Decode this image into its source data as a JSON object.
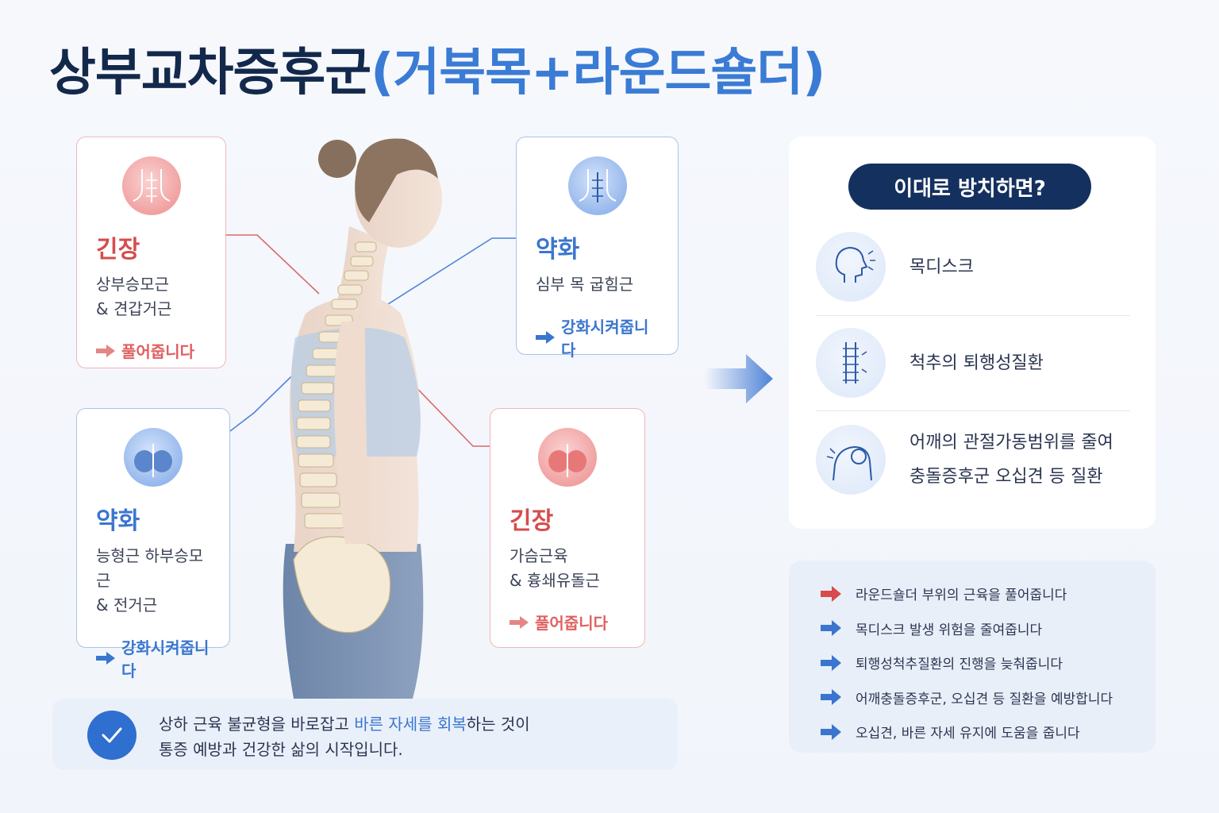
{
  "title": {
    "main": "상부교차증후군",
    "sub": "(거북목+라운드숄더)"
  },
  "cards": {
    "upper_trap": {
      "status": "긴장",
      "muscle_line1": "상부승모근",
      "muscle_line2": "& 견갑거근",
      "action": "풀어줍니다",
      "color": "#d64c4c"
    },
    "deep_neck": {
      "status": "약화",
      "muscle_line1": "심부 목 굽힘근",
      "action": "강화시켜줍니다",
      "color": "#3a76cf"
    },
    "rhomboid": {
      "status": "약화",
      "muscle_line1": "능형근 하부승모근",
      "muscle_line2": "& 전거근",
      "action": "강화시켜줍니다",
      "color": "#3a76cf"
    },
    "chest": {
      "status": "긴장",
      "muscle_line1": "가슴근육",
      "muscle_line2": "& 흉쇄유돌근",
      "action": "풀어줍니다",
      "color": "#d64c4c"
    }
  },
  "risk_panel": {
    "heading": "이대로 방치하면?",
    "items": [
      {
        "icon": "neck-icon",
        "line1": "목디스크"
      },
      {
        "icon": "spine-icon",
        "line1": "척추의 퇴행성질환"
      },
      {
        "icon": "shoulder-icon",
        "line1": "어깨의 관절가동범위를 줄여",
        "line2": "충돌증후군 오십견 등 질환"
      }
    ]
  },
  "benefits": [
    {
      "text": "라운드숄더 부위의 근육을 풀어줍니다",
      "color": "#d64c4c"
    },
    {
      "text": "목디스크 발생 위험을 줄여줍니다",
      "color": "#3a76cf"
    },
    {
      "text": "퇴행성척추질환의 진행을 늦춰줍니다",
      "color": "#3a76cf"
    },
    {
      "text": "어깨충돌증후군, 오십견 등 질환을 예방합니다",
      "color": "#3a76cf"
    },
    {
      "text": "오십견, 바른 자세 유지에 도움을 줍니다",
      "color": "#3a76cf"
    }
  ],
  "bottom_message": {
    "line1_pre": "상하 근육 불균형을 바로잡고 ",
    "line1_highlight": "바른 자세를 회복",
    "line1_post": "하는 것이",
    "line2": "통증 예방과 건강한 삶의 시작입니다."
  },
  "colors": {
    "navy": "#13294b",
    "accent_blue": "#3a7bd5",
    "tension_red": "#d64c4c",
    "weak_blue": "#3a76cf"
  }
}
